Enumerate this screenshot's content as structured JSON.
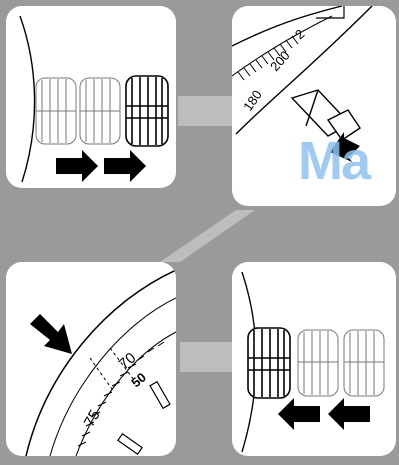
{
  "panels": {
    "top_left": {
      "step": "pull-out",
      "arrows": "right"
    },
    "top_right": {
      "scale_labels": [
        "180",
        "200",
        "2"
      ]
    },
    "bottom_left": {
      "scale_labels": [
        "70",
        "75",
        "50"
      ]
    },
    "bottom_right": {
      "step": "push-in",
      "arrows": "left"
    }
  },
  "watermark": "Ma",
  "colors": {
    "background": "#9a9a9a",
    "panel": "#ffffff",
    "connector": "#bdbdbd",
    "ink": "#000000",
    "watermark": "#8fc3f0"
  }
}
